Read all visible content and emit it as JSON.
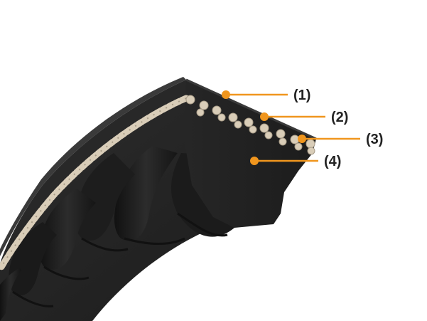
{
  "colors": {
    "belt_top": "#2a2a2a",
    "belt_side": "#1e1e1e",
    "belt_side_light": "#303030",
    "belt_cog_shadow": "#141414",
    "cord": "#d9cdb8",
    "cord_shadow": "#a89c88",
    "leader_line": "#f0961e",
    "label_text": "#222222",
    "background": "#ffffff"
  },
  "callouts": [
    {
      "label": "(1)"
    },
    {
      "label": "(2)"
    },
    {
      "label": "(3)"
    },
    {
      "label": "(4)"
    }
  ]
}
